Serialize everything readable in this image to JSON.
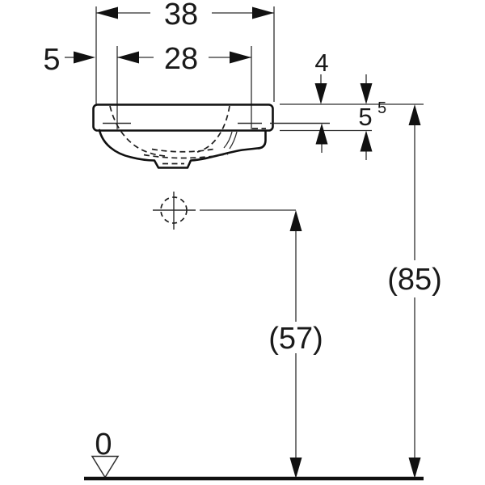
{
  "figure": {
    "kind": "technical dimension drawing",
    "subject": "hand-rinse washbasin, front elevation",
    "background_color": "#ffffff",
    "line_color": "#1a1a1a"
  },
  "dimensions": {
    "total_width": {
      "label": "38"
    },
    "tap_hole_spacing": {
      "label": "28"
    },
    "edge_offset": {
      "label": "5"
    },
    "rim_to_tap_centre": {
      "label": "4"
    },
    "rim_thickness": {
      "label": "5",
      "superscript": "5"
    },
    "drain_height": {
      "label": "(57)"
    },
    "rim_height": {
      "label": "(85)"
    },
    "floor_level": {
      "label": "0"
    }
  }
}
